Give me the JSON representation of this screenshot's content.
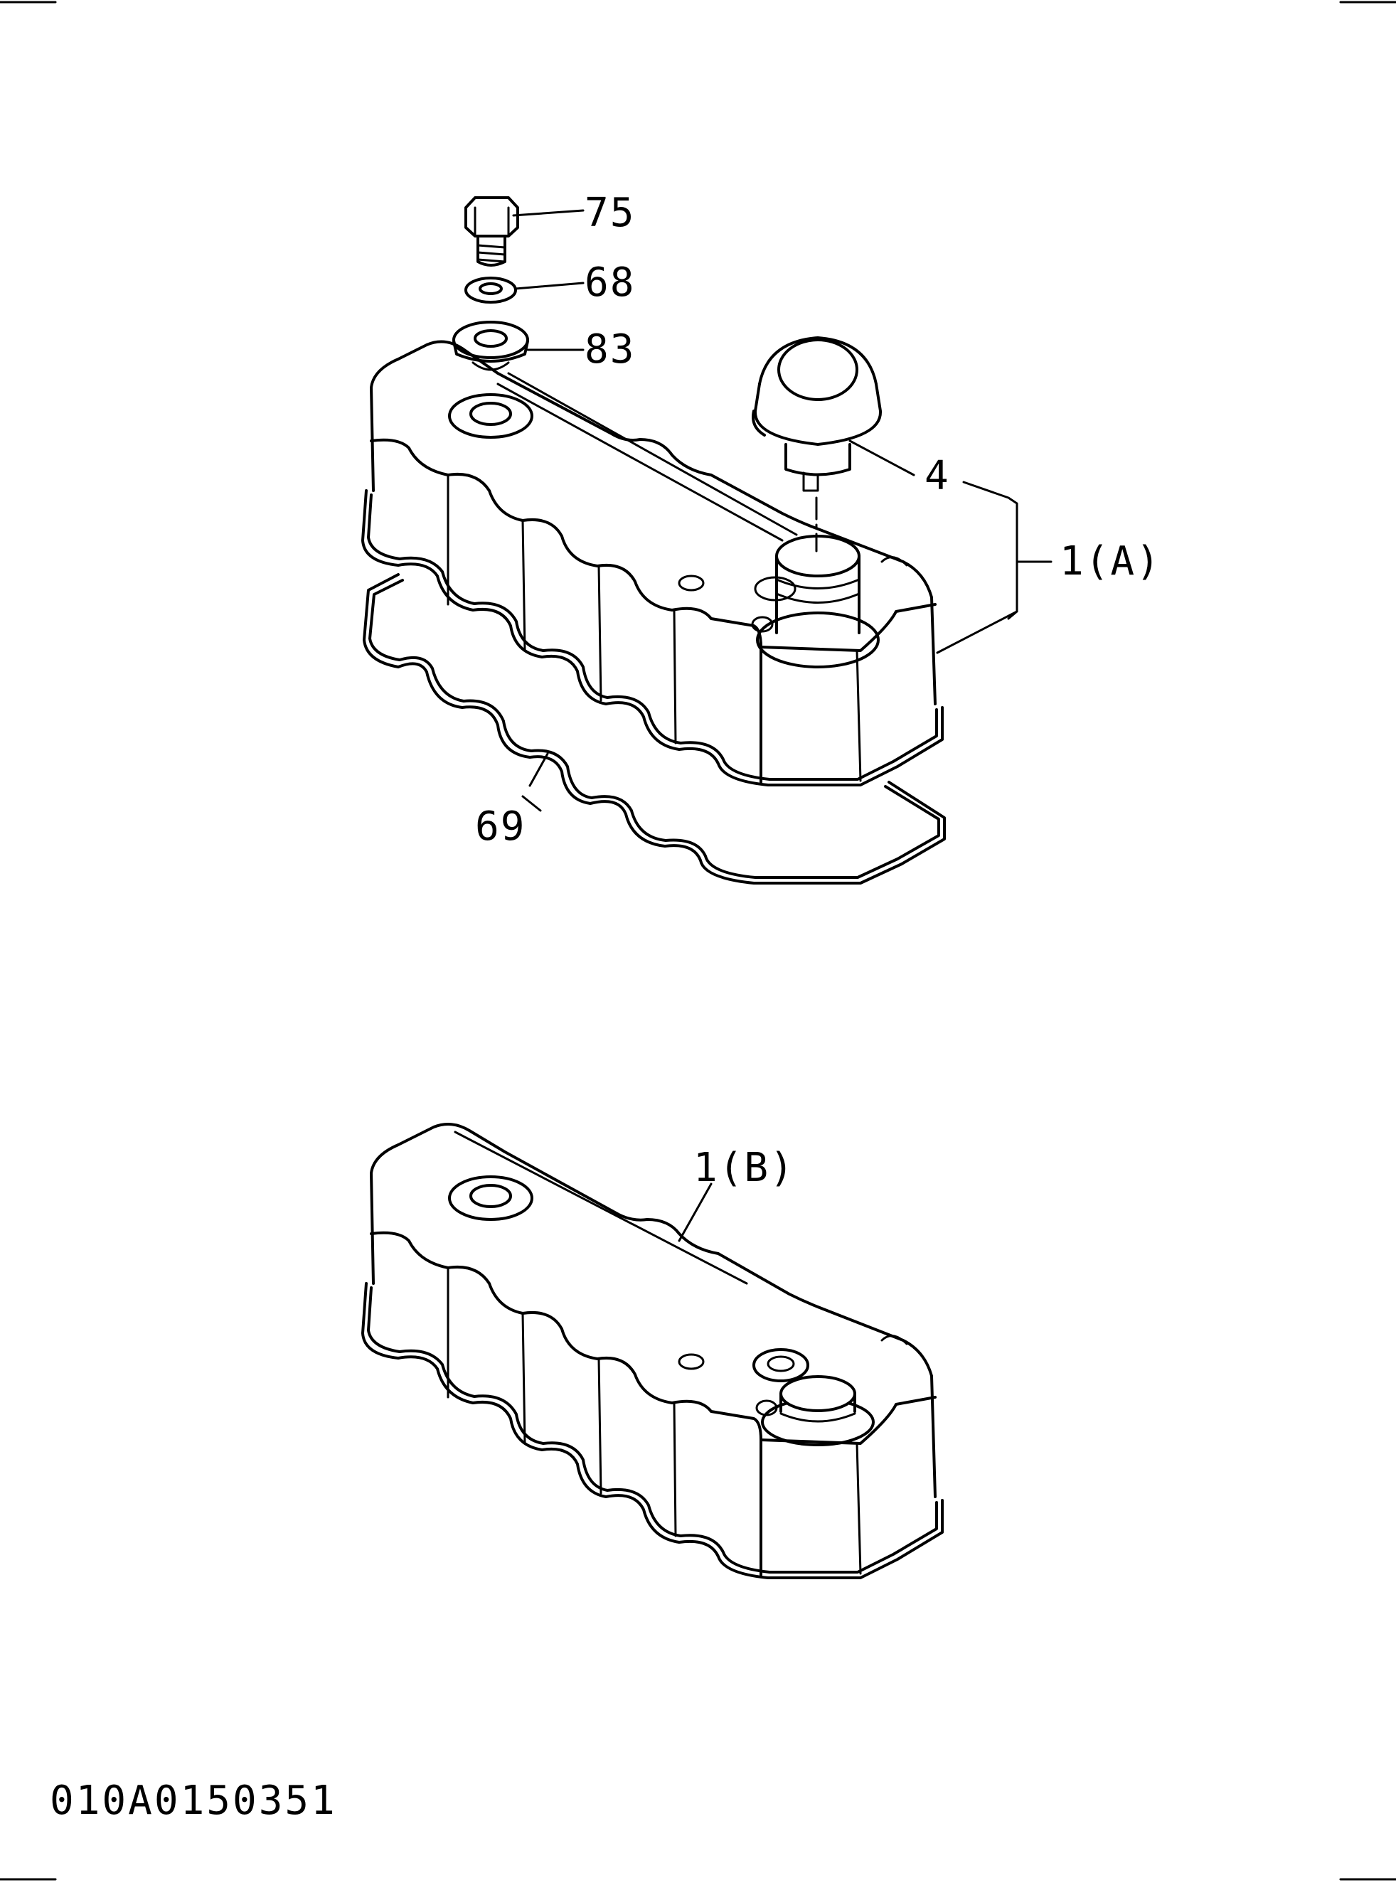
{
  "diagram": {
    "callouts": {
      "bolt": "75",
      "washer": "68",
      "grommet": "83",
      "breather": "4",
      "cover_assembly_a": "1(A)",
      "gasket": "69",
      "cover_assembly_b": "1(B)"
    },
    "drawing_code": "010A0150351"
  }
}
